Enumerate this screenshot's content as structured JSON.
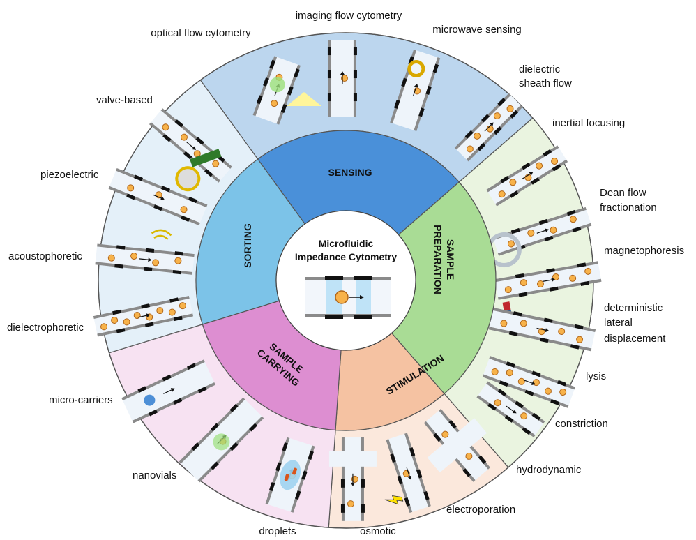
{
  "center": {
    "title_line1": "Microfluidic",
    "title_line2": "Impedance Cytometry"
  },
  "segments": {
    "sensing": "SENSING",
    "sample_preparation_1": "SAMPLE",
    "sample_preparation_2": "PREPARATION",
    "stimulation": "STIMULATION",
    "sample_carrying_1": "SAMPLE",
    "sample_carrying_2": "CARRYING",
    "sorting": "SORTING"
  },
  "labels": {
    "imaging_flow_cytometry": "imaging flow cytometry",
    "optical_flow_cytometry": "optical flow cytometry",
    "microwave_sensing": "microwave sensing",
    "dielectric_sheath_flow_1": "dielectric",
    "dielectric_sheath_flow_2": "sheath flow",
    "inertial_focusing": "inertial focusing",
    "dean_flow_1": "Dean flow",
    "dean_flow_2": "fractionation",
    "magnetophoresis": "magnetophoresis",
    "dld_1": "deterministic",
    "dld_2": "lateral",
    "dld_3": "displacement",
    "lysis": "lysis",
    "constriction": "constriction",
    "hydrodynamic": "hydrodynamic",
    "electroporation": "electroporation",
    "osmotic": "osmotic",
    "droplets": "droplets",
    "nanovials": "nanovials",
    "micro_carriers": "micro-carriers",
    "dielectrophoretic": "dielectrophoretic",
    "acoustophoretic": "acoustophoretic",
    "piezoelectric": "piezoelectric",
    "valve_based": "valve-based"
  },
  "colors": {
    "sensing_outer": "#bcd6ee",
    "sensing_inner": "#4a90d9",
    "prep_outer": "#eaf4e0",
    "prep_inner": "#a9dc95",
    "stim_outer": "#fbe8dc",
    "stim_inner": "#f5c2a2",
    "carry_outer": "#f7e2f2",
    "carry_inner": "#dd8ed1",
    "sort_outer": "#e4f0f9",
    "sort_inner": "#7cc3e8",
    "cell": "#f7b24a",
    "channel": "#eef4fa"
  }
}
